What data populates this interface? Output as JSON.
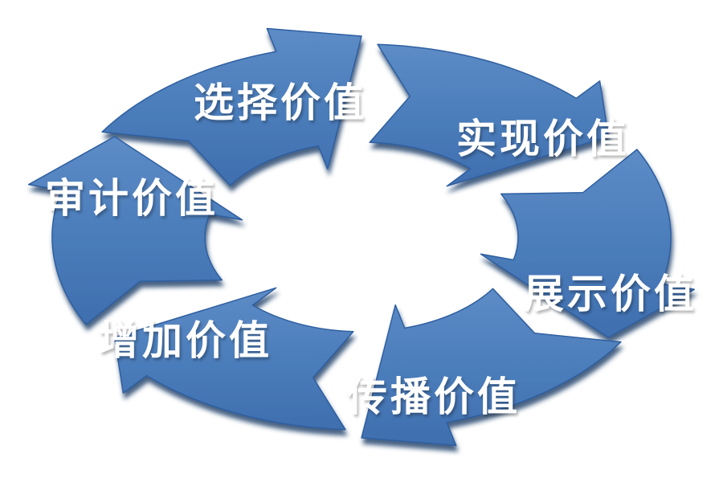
{
  "diagram": {
    "type": "segmented-cycle",
    "direction": "clockwise",
    "background": "#ffffff",
    "colors": {
      "arrow_fill_light": "#5d8cc6",
      "arrow_fill": "#4a7cba",
      "arrow_fill_dark": "#3f6eae",
      "arrow_edge": "#2f5ea0",
      "shadow": "#1b3a66",
      "text": "#ffffff"
    },
    "steps": [
      {
        "id": "select-value",
        "label": "选择价值",
        "position": "top-left"
      },
      {
        "id": "realize-value",
        "label": "实现价值",
        "position": "top-right"
      },
      {
        "id": "display-value",
        "label": "展示价值",
        "position": "right"
      },
      {
        "id": "spread-value",
        "label": "传播价值",
        "position": "bottom"
      },
      {
        "id": "add-value",
        "label": "增加价值",
        "position": "bottom-left"
      },
      {
        "id": "audit-value",
        "label": "审计价值",
        "position": "left"
      }
    ]
  }
}
